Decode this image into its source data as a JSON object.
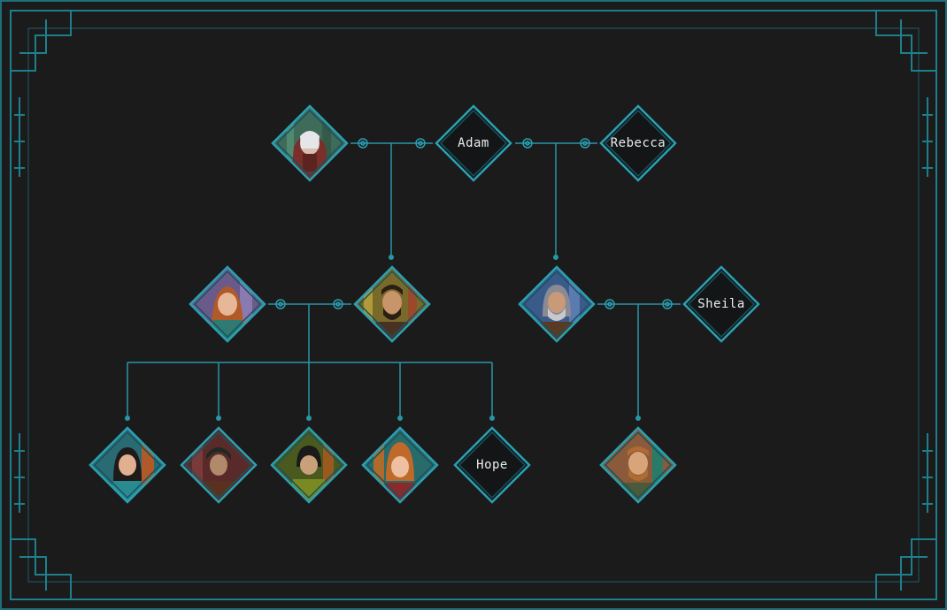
{
  "screen": "family-tree",
  "colors": {
    "background": "#1b1b1c",
    "frame": "#1e7f8c",
    "line": "#2796a6",
    "node_border": "#2aa0b2",
    "text": "#e8eef0"
  },
  "tree": {
    "generation_1": {
      "player": {
        "portrait": "white-haired-hooded-portrait"
      },
      "adam": {
        "name": "Adam"
      },
      "rebecca": {
        "name": "Rebecca"
      }
    },
    "generation_2": {
      "red_haired_woman": {
        "portrait": "red-haired-woman-portrait"
      },
      "bearded_man": {
        "portrait": "bearded-man-portrait"
      },
      "grey_bearded_man": {
        "portrait": "grey-bearded-man-portrait"
      },
      "sheila": {
        "name": "Sheila"
      }
    },
    "generation_3": {
      "children": [
        {
          "portrait": "dark-haired-woman-portrait"
        },
        {
          "portrait": "scarred-man-portrait"
        },
        {
          "portrait": "green-scarf-youth-portrait"
        },
        {
          "portrait": "auburn-haired-girl-portrait"
        },
        {
          "name": "Hope"
        }
      ],
      "ginger_bearded_man": {
        "portrait": "ginger-bearded-man-portrait"
      }
    }
  }
}
